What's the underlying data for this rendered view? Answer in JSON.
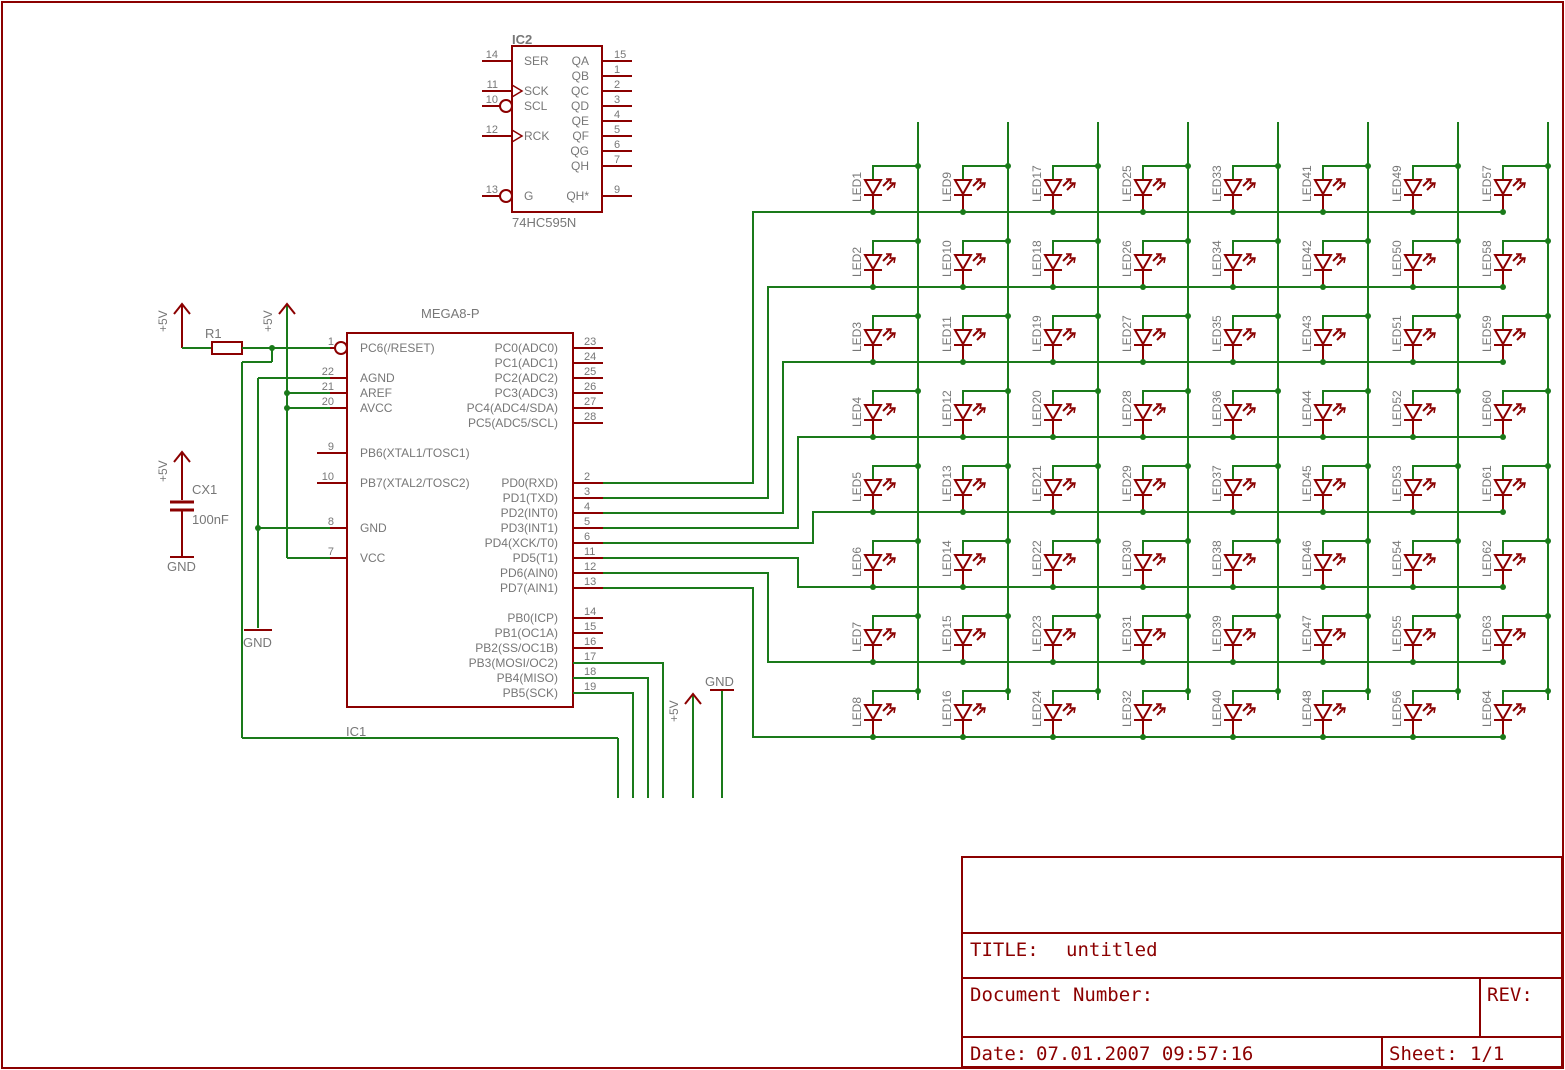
{
  "colors": {
    "part": "#8b0000",
    "net": "#1a7a1a",
    "label": "#777777",
    "background": "#ffffff"
  },
  "ic2": {
    "name": "IC2",
    "value": "74HC595N",
    "left_pins": [
      {
        "num": "14",
        "label": "SER",
        "kind": "plain"
      },
      {
        "num": "11",
        "label": "SCK",
        "kind": "clock"
      },
      {
        "num": "10",
        "label": "SCL",
        "kind": "inverted"
      },
      {
        "num": "12",
        "label": "RCK",
        "kind": "clock"
      },
      {
        "num": "13",
        "label": "G",
        "kind": "inverted"
      }
    ],
    "right_pins": [
      {
        "num": "15",
        "label": "QA"
      },
      {
        "num": "1",
        "label": "QB"
      },
      {
        "num": "2",
        "label": "QC"
      },
      {
        "num": "3",
        "label": "QD"
      },
      {
        "num": "4",
        "label": "QE"
      },
      {
        "num": "5",
        "label": "QF"
      },
      {
        "num": "6",
        "label": "QG"
      },
      {
        "num": "7",
        "label": "QH"
      },
      {
        "num": "9",
        "label": "QH*"
      }
    ]
  },
  "ic1": {
    "name": "IC1",
    "value": "MEGA8-P",
    "left_pins": [
      {
        "num": "1",
        "label": "PC6(/RESET)"
      },
      {
        "num": "22",
        "label": "AGND"
      },
      {
        "num": "21",
        "label": "AREF"
      },
      {
        "num": "20",
        "label": "AVCC"
      },
      {
        "num": "9",
        "label": "PB6(XTAL1/TOSC1)"
      },
      {
        "num": "10",
        "label": "PB7(XTAL2/TOSC2)"
      },
      {
        "num": "8",
        "label": "GND"
      },
      {
        "num": "7",
        "label": "VCC"
      }
    ],
    "right_pins": [
      {
        "num": "23",
        "label": "PC0(ADC0)"
      },
      {
        "num": "24",
        "label": "PC1(ADC1)"
      },
      {
        "num": "25",
        "label": "PC2(ADC2)"
      },
      {
        "num": "26",
        "label": "PC3(ADC3)"
      },
      {
        "num": "27",
        "label": "PC4(ADC4/SDA)"
      },
      {
        "num": "28",
        "label": "PC5(ADC5/SCL)"
      },
      {
        "num": "2",
        "label": "PD0(RXD)"
      },
      {
        "num": "3",
        "label": "PD1(TXD)"
      },
      {
        "num": "4",
        "label": "PD2(INT0)"
      },
      {
        "num": "5",
        "label": "PD3(INT1)"
      },
      {
        "num": "6",
        "label": "PD4(XCK/T0)"
      },
      {
        "num": "11",
        "label": "PD5(T1)"
      },
      {
        "num": "12",
        "label": "PD6(AIN0)"
      },
      {
        "num": "13",
        "label": "PD7(AIN1)"
      },
      {
        "num": "14",
        "label": "PB0(ICP)"
      },
      {
        "num": "15",
        "label": "PB1(OC1A)"
      },
      {
        "num": "16",
        "label": "PB2(SS/OC1B)"
      },
      {
        "num": "17",
        "label": "PB3(MOSI/OC2)"
      },
      {
        "num": "18",
        "label": "PB4(MISO)"
      },
      {
        "num": "19",
        "label": "PB5(SCK)"
      }
    ]
  },
  "r1": {
    "name": "R1"
  },
  "cx1": {
    "name": "CX1",
    "value": "100nF"
  },
  "supply": {
    "vcc": "+5V",
    "gnd": "GND"
  },
  "led_matrix": {
    "rows": 8,
    "cols": 8,
    "prefix": "LED",
    "order": "column-major"
  },
  "title_block": {
    "title_label": "TITLE:",
    "title": "untitled",
    "document_number_label": "Document Number:",
    "rev_label": "REV:",
    "date_label": "Date:",
    "date": "07.01.2007 09:57:16",
    "sheet_label": "Sheet:",
    "sheet": "1/1"
  }
}
